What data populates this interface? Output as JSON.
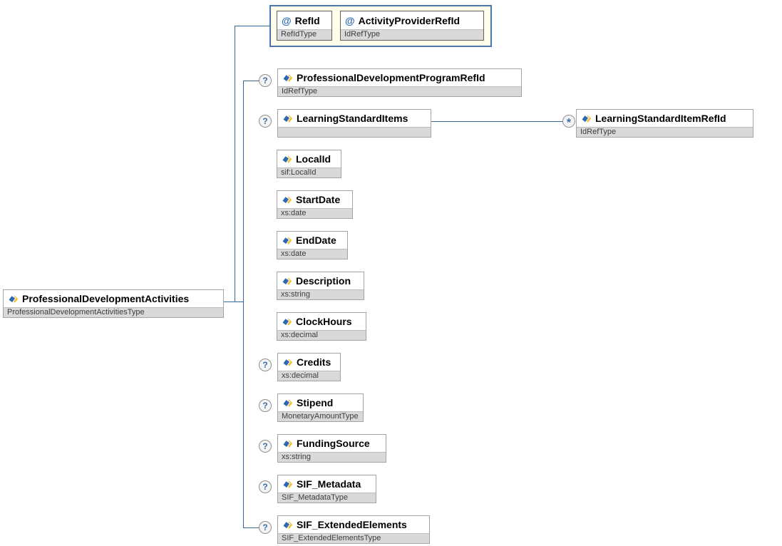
{
  "diagram": {
    "root": {
      "label": "ProfessionalDevelopmentActivities",
      "type": "ProfessionalDevelopmentActivitiesType"
    },
    "attribute_group": {
      "attributes": [
        {
          "label": "RefId",
          "type": "RefIdType"
        },
        {
          "label": "ActivityProviderRefId",
          "type": "IdRefType"
        }
      ]
    },
    "children": [
      {
        "label": "ProfessionalDevelopmentProgramRefId",
        "type": "IdRefType",
        "optional": true
      },
      {
        "label": "LearningStandardItems",
        "type": "",
        "optional": true
      },
      {
        "label": "LocalId",
        "type": "sif:LocalId",
        "optional": false
      },
      {
        "label": "StartDate",
        "type": "xs:date",
        "optional": false
      },
      {
        "label": "EndDate",
        "type": "xs:date",
        "optional": false
      },
      {
        "label": "Description",
        "type": "xs:string",
        "optional": false
      },
      {
        "label": "ClockHours",
        "type": "xs:decimal",
        "optional": false
      },
      {
        "label": "Credits",
        "type": "xs:decimal",
        "optional": true
      },
      {
        "label": "Stipend",
        "type": "MonetaryAmountType",
        "optional": true
      },
      {
        "label": "FundingSource",
        "type": "xs:string",
        "optional": true
      },
      {
        "label": "SIF_Metadata",
        "type": "SIF_MetadataType",
        "optional": true
      },
      {
        "label": "SIF_ExtendedElements",
        "type": "SIF_ExtendedElementsType",
        "optional": true
      }
    ],
    "grandchild": {
      "label": "LearningStandardItemRefId",
      "type": "IdRefType",
      "parent": "LearningStandardItems",
      "repeating": true
    },
    "indicators": {
      "optional": "?",
      "repeating": "*",
      "attribute": "@"
    },
    "colors": {
      "connector": "#36689b",
      "attribute_group_fill": "#fffee8",
      "attribute_group_border": "#4b76ad",
      "type_row_fill": "#d9d9d9",
      "element_icon_blue": "#2d68b5",
      "element_icon_yellow": "#f3c02f"
    }
  }
}
